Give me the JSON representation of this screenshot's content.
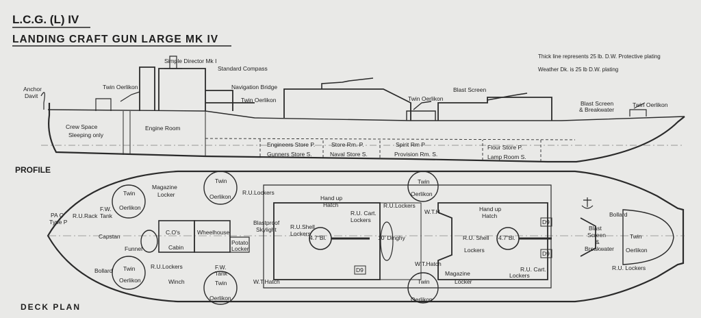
{
  "title": {
    "code": "L.C.G. (L) IV",
    "name": "LANDING CRAFT GUN LARGE MK IV"
  },
  "notes": {
    "line1": "Thick line represents 25 lb. D.W. Protective plating",
    "line2": "Weather Dk. is 25 lb D.W. plating"
  },
  "section_titles": {
    "profile": "PROFILE",
    "deck_plan": "DECK PLAN"
  },
  "profile_labels": {
    "anchor": "Anchor",
    "davit": "Davit",
    "twin_oerlikon_fwd": "Twin Oerlikon",
    "simple_director": "Simple Director Mk I",
    "standard_compass": "Standard Compass",
    "navigation_bridge": "Navigation Bridge",
    "twin_oerlikon_bridge": "Twin Oerlikon",
    "crew_space_1": "Crew Space",
    "crew_space_2": "Sleeping only",
    "engine_room": "Engine Room",
    "engineers_store": "Engineers Store P.",
    "gunners_store": "Gunners Store S.",
    "store_rm": "Store Rm. P.",
    "naval_store": "Naval Store S.",
    "spirit_rm": "Spirit Rm P",
    "provision_rm": "Provision Rm. S.",
    "flour_store": "Flour Store P.",
    "lamp_room": "Lamp Room S.",
    "twin_oerlikon_mid": "Twin Oerlikon",
    "blast_screen": "Blast Screen",
    "blast_screen_bw_1": "Blast Screen",
    "blast_screen_bw_2": "& Breakwater",
    "twin_oerlikon_aft": "Twin Oerlikon"
  },
  "deck_labels": {
    "magazine_locker": "Magazine",
    "magazine_locker_2": "Locker",
    "twin_fwd_port": "Twin",
    "oerlikon_fwd_port": "Oerlikon",
    "twin_bridge_port": "Twin",
    "oerlikon_bridge_port": "Oerlikon",
    "ru_lockers_1": "R.U.Lockers",
    "fw_tank_1": "F.W.",
    "fw_tank_1b": "Tank",
    "pa_c": "PA C",
    "type_p": "Type P",
    "ru_rack": "R.U.Rack",
    "capstan": "Capstan",
    "funnel": "Funnel",
    "cos_cabin_1": "C.O's",
    "cos_cabin_2": "Cabin",
    "wheelhouse": "Wheelhouse",
    "potato_locker_1": "Potato",
    "potato_locker_2": "Locker",
    "blastproof_1": "Blastproof",
    "blastproof_2": "Skylight",
    "hand_up_hatch_1": "Hand up",
    "hand_up_hatch_2": "Hatch",
    "ru_shell_lockers_1": "R.U.Shell",
    "ru_shell_lockers_2": "Lockers",
    "ru_cart_lockers_1": "R.U. Cart.",
    "ru_cart_lockers_2": "Lockers",
    "gun_47_fwd": "4.7\"Bl.",
    "dinghy": "10' Dinghy",
    "twin_mid_top": "Twin",
    "oerlikon_mid_top": "Oerlikon",
    "ru_lockers_mid": "R.U.Lockers",
    "wth": "W.T.H.",
    "wt_hatch": "W.T.Hatch",
    "d9": "D9",
    "hand_up_hatch_aft_1": "Hand up",
    "hand_up_hatch_aft_2": "Hatch",
    "ru_shell_aft_1": "R.U. Shell",
    "ru_shell_aft_2": "Lockers",
    "gun_47_aft": "4.7\"Bl.",
    "ru_cart_aft_1": "R.U. Cart.",
    "ru_cart_aft_2": "Lockers",
    "magazine_aft_1": "Magazine",
    "magazine_aft_2": "Locker",
    "twin_mid_bot": "Twin",
    "oerlikon_mid_bot": "Oerlikon",
    "bollard_fwd": "Bollard",
    "twin_fwd_stbd": "Twin",
    "oerlikon_fwd_stbd": "Oerlikon",
    "ru_lockers_stbd": "R.U.Lockers",
    "fw_tank_2": "F.W.",
    "fw_tank_2b": "Tank",
    "winch": "Winch",
    "twin_bridge_stbd": "Twin",
    "oerlikon_bridge_stbd": "Oerlikon",
    "wt_hatch_2": "W.T.Hatch",
    "bollard_aft": "Bollard",
    "blast_screen_1": "Blast",
    "blast_screen_2": "Screen",
    "breakwater_1": "&",
    "breakwater_2": "Breakwater",
    "twin_stern": "Twin",
    "oerlikon_stern": "Oerlikon",
    "ru_lockers_stern": "R.U. Lockers"
  }
}
